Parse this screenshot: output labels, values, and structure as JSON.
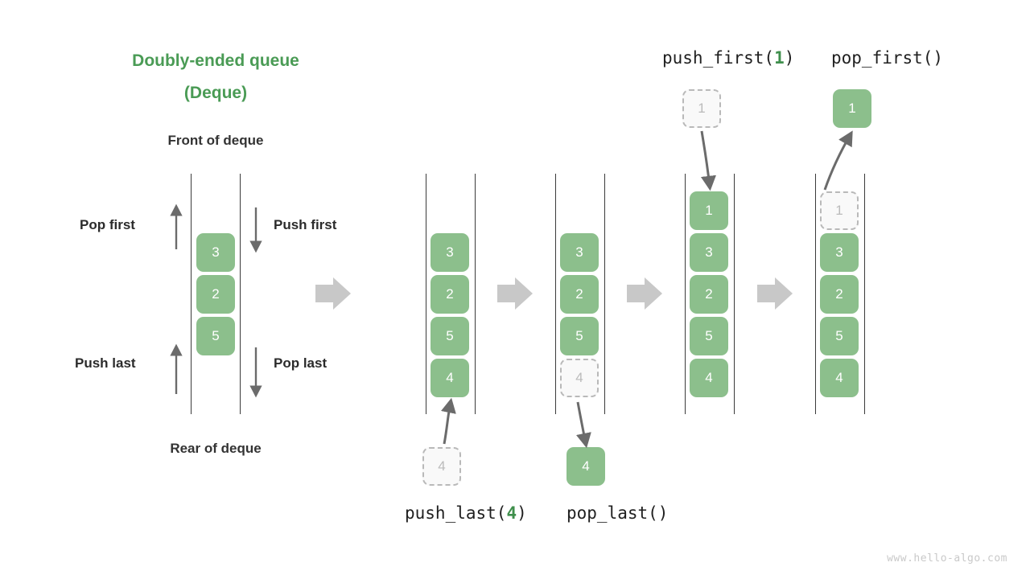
{
  "diagram": {
    "title_line1": "Doubly-ended queue",
    "title_line2": "(Deque)",
    "front_label": "Front of deque",
    "rear_label": "Rear of deque",
    "watermark": "www.hello-algo.com",
    "colors": {
      "element_green": "#8cbf8c",
      "title_green": "#4a9b55",
      "arg_green": "#3f8f4c",
      "ghost_fill": "#f9f9f9",
      "ghost_border": "#b9b9b9",
      "rail": "#3b3b3b",
      "arrow_gray": "#6b6b6b",
      "block_arrow_gray": "#c8c8c8",
      "text_dark": "#2b2b2b",
      "watermark_gray": "#c9c9c9"
    },
    "operations": {
      "pop_first": "Pop first",
      "push_first": "Push first",
      "push_last": "Push last",
      "pop_last": "Pop last"
    },
    "function_labels": {
      "push_first": {
        "name": "push_first(",
        "arg": "1",
        "close": ")"
      },
      "pop_first": {
        "name": "pop_first()",
        "arg": "",
        "close": ""
      },
      "push_last": {
        "name": "push_last(",
        "arg": "4",
        "close": ")"
      },
      "pop_last": {
        "name": "pop_last()",
        "arg": "",
        "close": ""
      }
    },
    "panels": [
      {
        "id": "overview",
        "deque": [
          "3",
          "2",
          "5"
        ],
        "note": "initial deque with arrows showing the four operations"
      },
      {
        "id": "push-last-before",
        "deque": [
          "3",
          "2",
          "5",
          "4"
        ],
        "floating": {
          "value": "4",
          "state": "ghost",
          "position": "bottom"
        }
      },
      {
        "id": "pop-last-after",
        "deque": [
          "3",
          "2",
          "5"
        ],
        "ghost_in_deque": {
          "value": "4",
          "position": "bottom"
        },
        "floating": {
          "value": "4",
          "state": "solid",
          "position": "bottom"
        }
      },
      {
        "id": "push-first-after",
        "deque": [
          "1",
          "3",
          "2",
          "5",
          "4"
        ],
        "floating": {
          "value": "1",
          "state": "ghost",
          "position": "top"
        }
      },
      {
        "id": "pop-first-after",
        "deque": [
          "3",
          "2",
          "5",
          "4"
        ],
        "ghost_in_deque": {
          "value": "1",
          "position": "top"
        },
        "floating": {
          "value": "1",
          "state": "solid",
          "position": "top"
        }
      }
    ]
  }
}
